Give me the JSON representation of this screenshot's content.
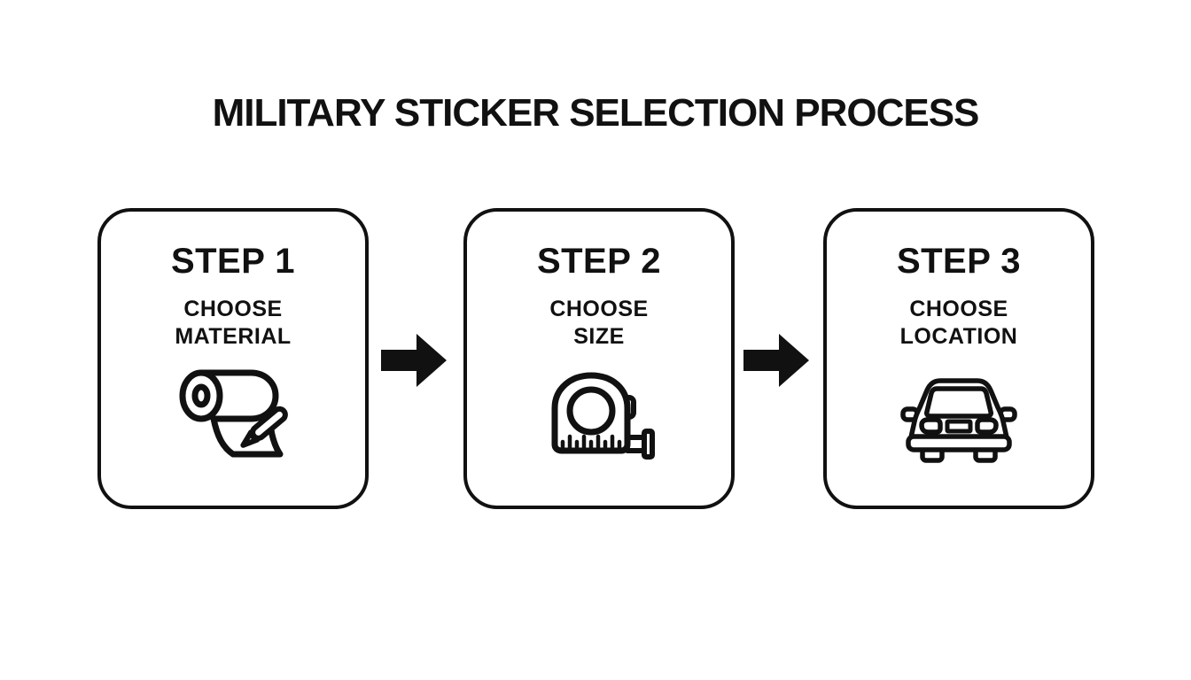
{
  "title": "MILITARY STICKER SELECTION PROCESS",
  "steps": [
    {
      "heading": "STEP 1",
      "label_line1": "CHOOSE",
      "label_line2": "MATERIAL",
      "icon": "vinyl-roll-pen-icon"
    },
    {
      "heading": "STEP 2",
      "label_line1": "CHOOSE",
      "label_line2": "SIZE",
      "icon": "tape-measure-icon"
    },
    {
      "heading": "STEP 3",
      "label_line1": "CHOOSE",
      "label_line2": "LOCATION",
      "icon": "car-front-icon"
    }
  ],
  "connectors": [
    "arrow-right-icon",
    "arrow-right-icon"
  ],
  "colors": {
    "ink": "#111111",
    "background": "#ffffff"
  }
}
